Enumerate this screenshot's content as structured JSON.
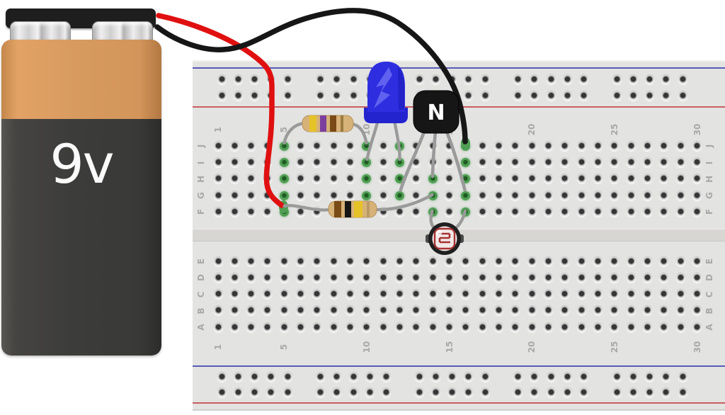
{
  "battery": {
    "label": "9v"
  },
  "transistor": {
    "label": "N"
  },
  "breadboard": {
    "column_labels": [
      "1",
      "5",
      "10",
      "15",
      "20",
      "25",
      "30"
    ],
    "column_label_cols": [
      1,
      5,
      10,
      15,
      20,
      25,
      30
    ],
    "row_labels_top": [
      "J",
      "I",
      "H",
      "G",
      "F"
    ],
    "row_labels_bottom": [
      "E",
      "D",
      "C",
      "B",
      "A"
    ],
    "green_holes": [
      "J5",
      "I5",
      "H5",
      "G5",
      "F5",
      "J10",
      "I10",
      "H10",
      "G10",
      "J12",
      "I12",
      "H12",
      "G12",
      "H14",
      "G14",
      "F14",
      "J16",
      "I16",
      "H16",
      "G16",
      "F16"
    ]
  },
  "components": {
    "resistor_470": {
      "band_colors": [
        "#e6c229",
        "#7b3f9e",
        "#7a4b16"
      ]
    },
    "resistor_100k": {
      "band_colors": [
        "#7a4b16",
        "#151515",
        "#e6c229"
      ]
    },
    "led_color": "#2e2ee0",
    "wire_positive": "#e01010",
    "wire_negative": "#161616",
    "rail_positive": "#c95f5f",
    "rail_negative": "#5a5ab8",
    "connection_highlight": "#4f9e53"
  }
}
